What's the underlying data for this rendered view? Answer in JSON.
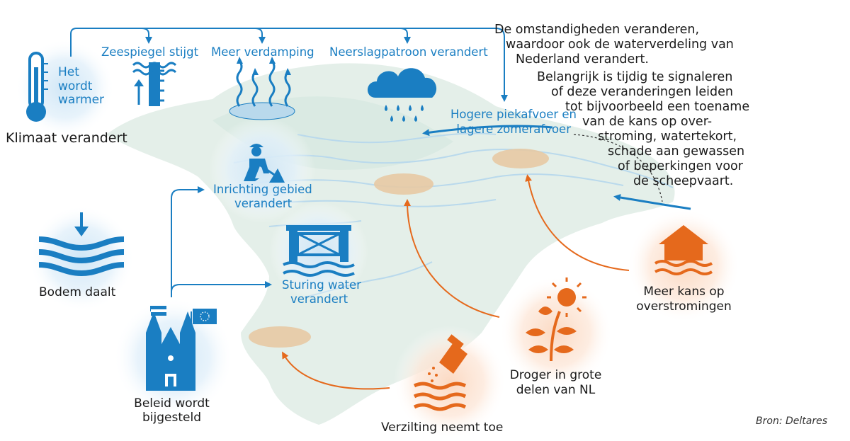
{
  "colors": {
    "blue": "#1a7ec2",
    "light_blue": "#d7ecf8",
    "orange": "#e5691c",
    "land": "#e4efe9",
    "river": "#b9d9ec",
    "sand": "#e7c9a4"
  },
  "labels": {
    "het_wordt_warmer": [
      "Het",
      "wordt",
      "warmer"
    ],
    "klimaat": "Klimaat verandert",
    "zeespiegel": "Zeespiegel stijgt",
    "verdamping": "Meer verdamping",
    "neerslag": "Neerslagpatroon verandert",
    "afvoer": [
      "Hogere piekafvoer en",
      "lagere zomerafvoer"
    ],
    "inrichting": [
      "Inrichting gebied",
      "verandert"
    ],
    "sturing": [
      "Sturing water",
      "verandert"
    ],
    "bodem": "Bodem daalt",
    "beleid": [
      "Beleid wordt",
      "bijgesteld"
    ],
    "verzilting": "Verzilting neemt toe",
    "droger": [
      "Droger in grote",
      "delen van NL"
    ],
    "overstromingen": [
      "Meer kans op",
      "overstromingen"
    ]
  },
  "explanation": {
    "intro": [
      "De omstandigheden veranderen,",
      "waardoor ook de waterverdeling van",
      "Nederland verandert."
    ],
    "detail": [
      "Belangrijk is tijdig te signaleren",
      "of deze veranderingen leiden",
      "tot bijvoorbeeld een toename",
      "van de kans op over-",
      "stroming, watertekort,",
      "schade aan gewassen",
      "of beperkingen voor",
      "de scheepvaart."
    ]
  },
  "source": "Bron: Deltares",
  "icons": [
    "thermometer-icon",
    "sea-level-icon",
    "evaporation-icon",
    "rain-cloud-icon",
    "worker-icon",
    "subsidence-icon",
    "weir-icon",
    "church-icon",
    "eu-flag-icon",
    "salt-shaker-icon",
    "drought-plant-icon",
    "flooded-house-icon"
  ]
}
